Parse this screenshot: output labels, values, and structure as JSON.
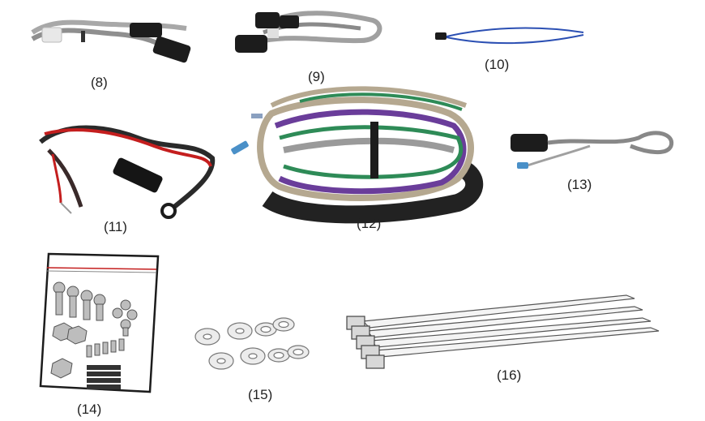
{
  "parts": [
    {
      "id": "harness_8",
      "label": "(8)",
      "icon": "wire-harness-icon"
    },
    {
      "id": "harness_9",
      "label": "(9)",
      "icon": "wire-harness-icon"
    },
    {
      "id": "wire_10",
      "label": "(10)",
      "icon": "jumper-wire-icon"
    },
    {
      "id": "harness_11",
      "label": "(11)",
      "icon": "power-harness-icon"
    },
    {
      "id": "harness_12",
      "label": "(12)",
      "icon": "main-harness-icon"
    },
    {
      "id": "adapter_13",
      "label": "(13)",
      "icon": "adapter-lead-icon"
    },
    {
      "id": "hardware_bag_14",
      "label": "(14)",
      "icon": "hardware-bag-icon"
    },
    {
      "id": "washers_15",
      "label": "(15)",
      "icon": "washers-icon"
    },
    {
      "id": "cable_ties_16",
      "label": "(16)",
      "icon": "cable-ties-icon"
    }
  ],
  "colors": {
    "wire_grey": "#9a9a9a",
    "wire_red": "#c41e1e",
    "wire_black": "#1e1e1e",
    "wire_green": "#2e8b57",
    "wire_purple": "#6a3d9a",
    "wire_blue": "#2b4fb3",
    "wire_tan": "#b5a890"
  }
}
